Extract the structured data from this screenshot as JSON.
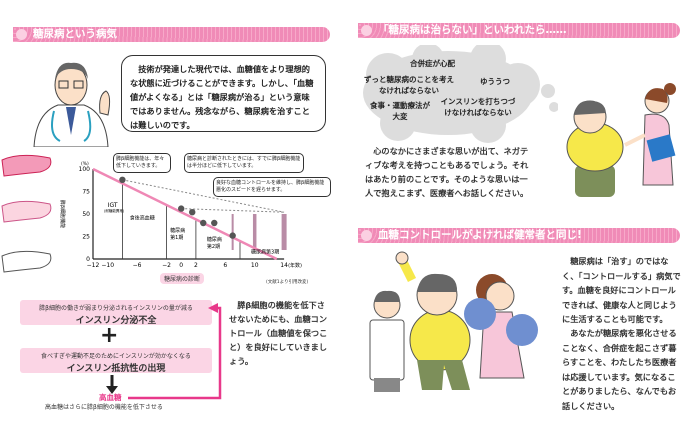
{
  "section1": {
    "title": "糖尿病という病気",
    "bubble": "技術が発達した現代では、血糖値をより理想的な状態に近づけることができます。しかし、「血糖値がよくなる」とは「糖尿病が治る」という意味ではありません。残念ながら、糖尿病を治すことは難しいのです。",
    "chart": {
      "y_unit": "(%)",
      "y_label": "膵β細胞機能",
      "x_unit": "(年数)",
      "y_ticks": [
        "0",
        "25",
        "50",
        "75",
        "100"
      ],
      "x_ticks": [
        "−12",
        "−10",
        "−6",
        "−2",
        "0",
        "2",
        "6",
        "10",
        "14"
      ],
      "callout1": "膵β細胞機能は、年々低下していきます。",
      "callout2": "糖尿病と診断されたときには、すでに膵β細胞機能は半分ほどに低下しています。",
      "callout3": "良好な血糖コントロールを維持し、膵β細胞機能悪化のスピードを遅らせます。",
      "phase_igt": "IGT",
      "phase_igt_sub": "(耐糖能異常)",
      "phase_hyper": "食後高血糖",
      "phase1": "糖尿病\n第1期",
      "phase2": "糖尿病\n第2期",
      "phase3": "糖尿病第3期",
      "diagnosis": "糖尿病の診断",
      "source": "(文献1より引用改変)"
    },
    "flow": {
      "box1_small": "膵β細胞の働きが弱まり分泌されるインスリンの量が減る",
      "box1_main": "インスリン分泌不全",
      "plus": "+",
      "box2_small": "食べすぎや運動不足のためにインスリンが効かなくなる",
      "box2_main": "インスリン抵抗性の出現",
      "result": "高血糖",
      "result_note": "高血糖はさらに膵β細胞の機能を低下させる"
    },
    "side_text": "膵β細胞の機能を低下させないためにも、血糖コントロール（血糖値を保つこと）を良好にしていきましょう。"
  },
  "section2": {
    "title": "「糖尿病は治らない」といわれたら……",
    "worries": [
      "合併症が心配",
      "ずっと糖尿病のことを考えなければならない",
      "ゆううつ",
      "食事・運動療法が大変",
      "インスリンを打ちつづけなければならない"
    ],
    "text": "心のなかにさまざまな思いが出て、ネガティブな考えを持つこともあるでしょう。それはあたり前のことです。そのような思いは一人で抱えこまず、医療者へお話しください。"
  },
  "section3": {
    "title": "血糖コントロールがよければ健常者と同じ!",
    "text1": "糖尿病は「治す」のではなく、「コントロールする」病気です。血糖を良好にコントロールできれば、健康な人と同じように生活することも可能です。",
    "text2": "あなたが糖尿病を悪化させることなく、合併症を起こさず暮らすことを、わたしたち医療者は応援しています。気になることがありましたら、なんでもお話しください。"
  },
  "chart_data": {
    "type": "line",
    "xlabel": "年数",
    "ylabel": "膵β細胞機能 (%)",
    "xlim": [
      -12,
      14
    ],
    "ylim": [
      0,
      100
    ],
    "series": [
      {
        "name": "膵β細胞機能",
        "x": [
          -12,
          13
        ],
        "y": [
          100,
          0
        ]
      }
    ],
    "points": [
      [
        -8,
        88
      ],
      [
        0,
        56
      ],
      [
        1.5,
        52
      ],
      [
        3,
        40
      ],
      [
        4.5,
        40
      ],
      [
        7,
        26
      ]
    ]
  },
  "colors": {
    "accent": "#ef88b5",
    "pink_box": "#fbd5e5",
    "arrow_pink": "#e8388a",
    "muted_arrow": "#b98ca6"
  }
}
